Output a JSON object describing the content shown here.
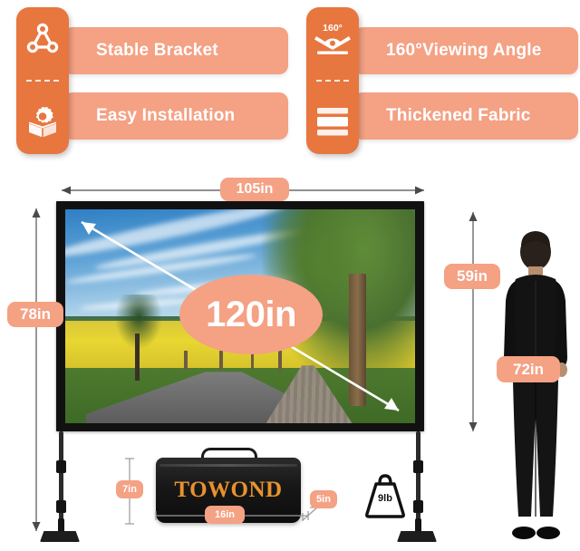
{
  "features": {
    "left": {
      "icons": [
        "stable-bracket-icon",
        "easy-installation-icon"
      ],
      "items": [
        {
          "label": "Stable Bracket"
        },
        {
          "label": "Easy Installation"
        }
      ]
    },
    "right": {
      "icons": [
        "viewing-angle-icon",
        "thickened-fabric-icon"
      ],
      "angle_icon_label": "160°",
      "items": [
        {
          "label": "160°Viewing Angle"
        },
        {
          "label": "Thickened Fabric"
        }
      ]
    }
  },
  "screen": {
    "width_label": "105in",
    "height_with_stand_label": "78in",
    "screen_height_label": "59in",
    "diagonal_label": "120in",
    "person_height_label": "72in"
  },
  "bag": {
    "brand": "TOWOND",
    "height_label": "7in",
    "width_label": "16in",
    "depth_label": "5in",
    "weight_label": "9lb"
  },
  "colors": {
    "panel_orange": "#E8763F",
    "pill_salmon": "#F4A184",
    "brand_orange": "#E8922F",
    "frame_black": "#141414",
    "background": "#FFFFFF"
  }
}
